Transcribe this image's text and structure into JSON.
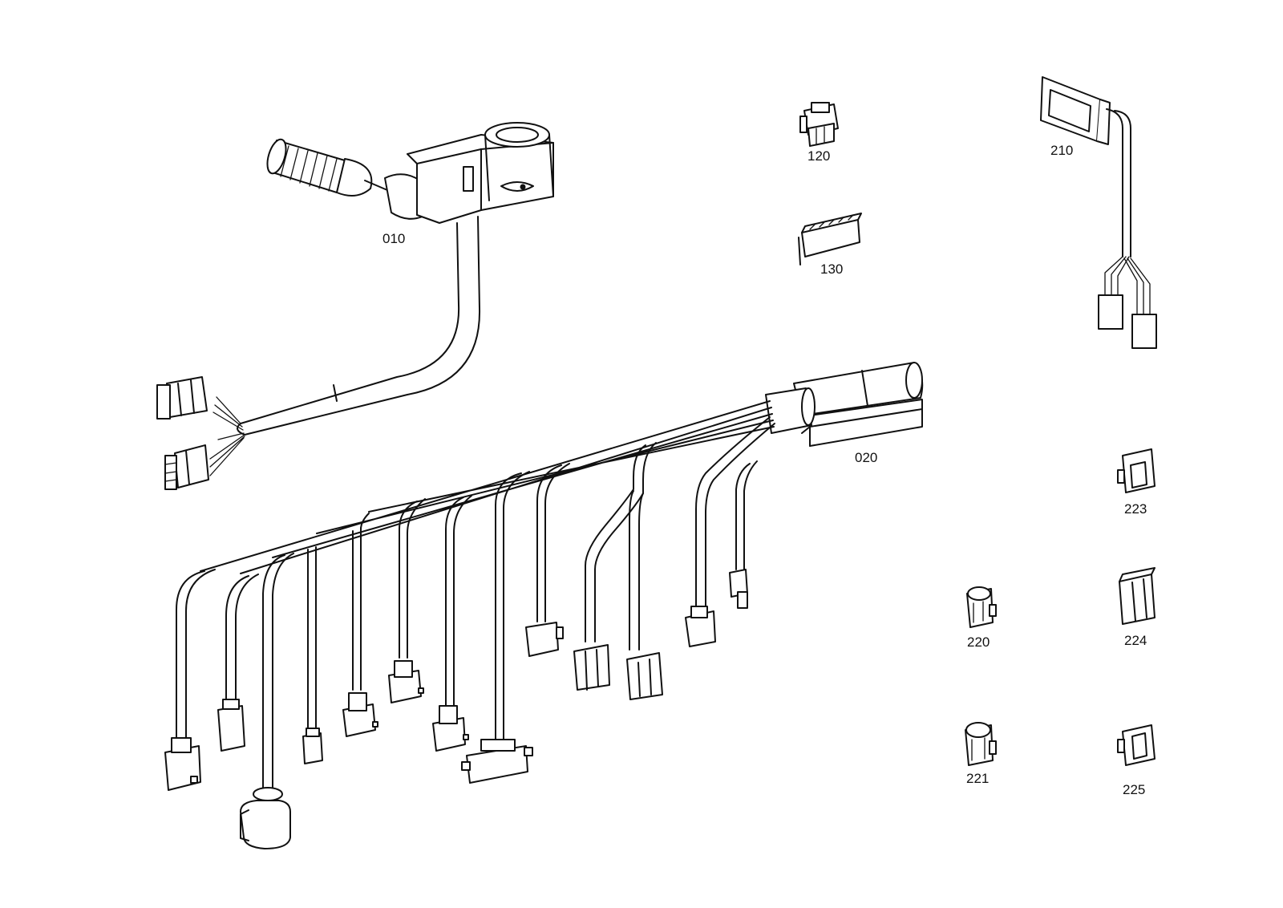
{
  "callouts": {
    "p010": "010",
    "p020": "020",
    "p120": "120",
    "p130": "130",
    "p210": "210",
    "p220": "220",
    "p221": "221",
    "p223": "223",
    "p224": "224",
    "p225": "225"
  },
  "colors": {
    "line": "#111111",
    "background": "#ffffff"
  }
}
